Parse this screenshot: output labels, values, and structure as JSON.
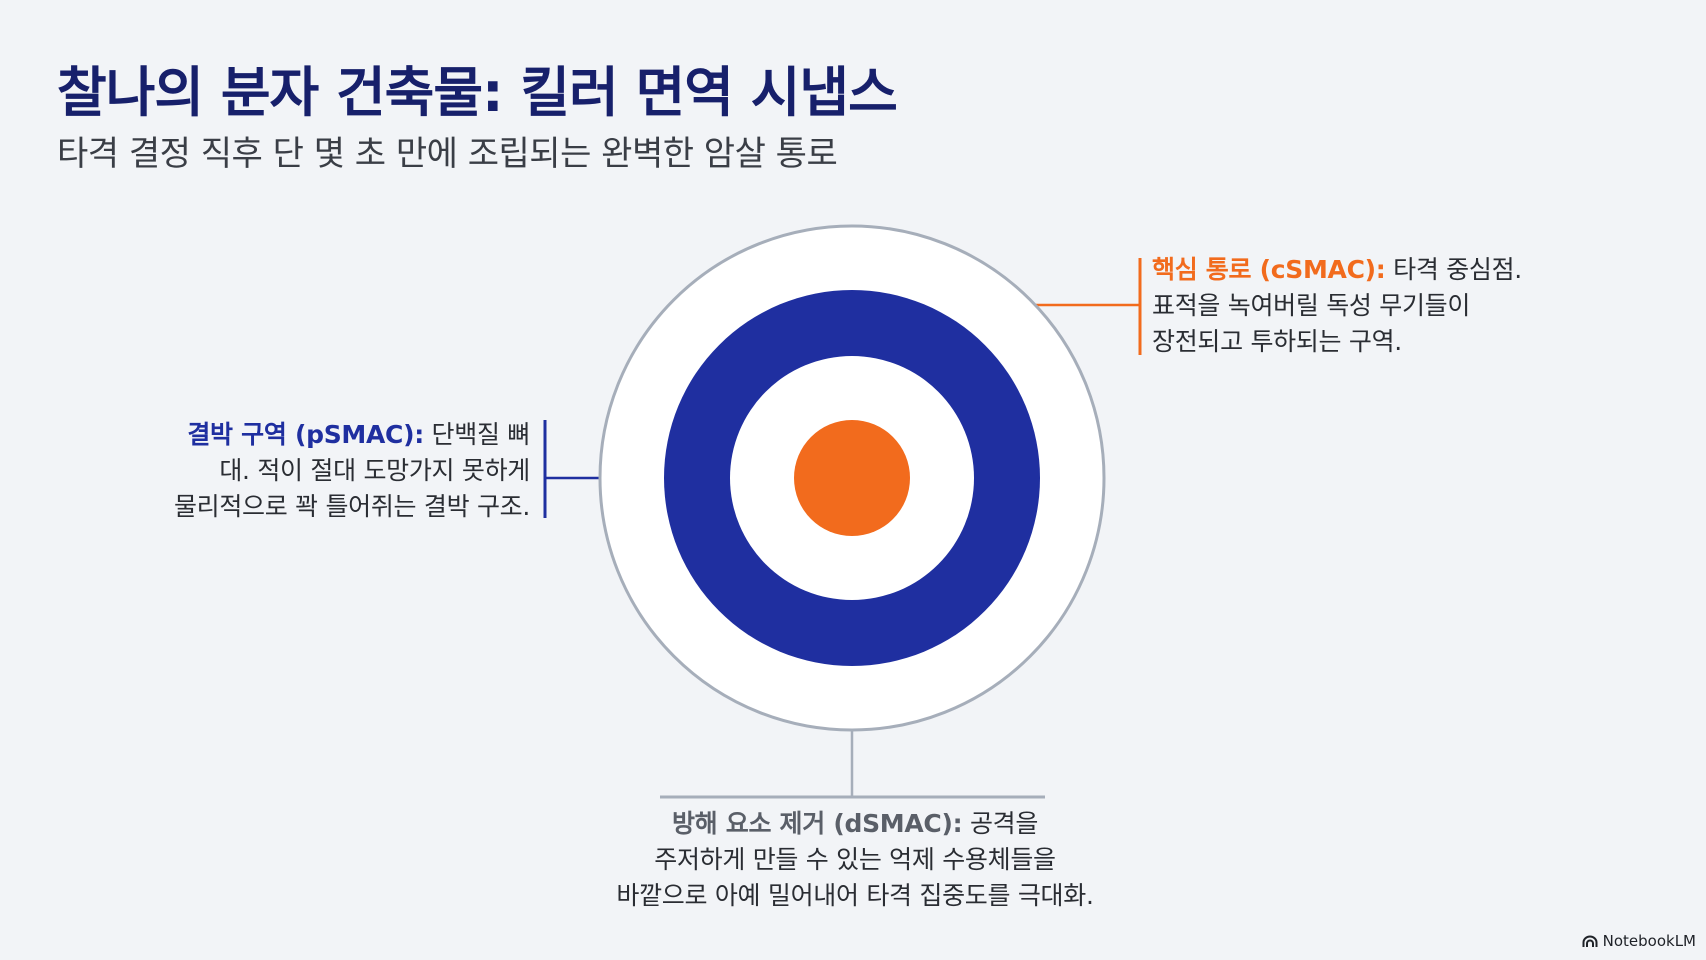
{
  "slide": {
    "title": "찰나의 분자 건축물: 킬러 면역 시냅스",
    "subtitle": "타격 결정 직후 단 몇 초 만에 조립되는 완벽한 암살 통로"
  },
  "diagram": {
    "colors": {
      "core": "#f26b1d",
      "ring": "#1f2fa0",
      "outer_border": "#a6aeba",
      "left_leader": "#1f2fa0",
      "right_leader": "#f26b1d",
      "bottom_leader": "#a6aeba"
    },
    "callouts": {
      "csmac": {
        "label": "핵심 통로 (cSMAC):",
        "text_line1": " 타격 중심점.",
        "text_line2": "표적을 녹여버릴 독성 무기들이",
        "text_line3": "장전되고 투하되는 구역."
      },
      "psmac": {
        "label": "결박 구역 (pSMAC):",
        "text_line1": " 단백질 뼈",
        "text_line2": "대. 적이 절대 도망가지 못하게",
        "text_line3": "물리적으로 꽉 틀어쥐는 결박 구조."
      },
      "dsmac": {
        "label": "방해 요소 제거 (dSMAC):",
        "text_line1": " 공격을",
        "text_line2": "주저하게 만들 수 있는 억제 수용체들을",
        "text_line3": "바깥으로 아예 밀어내어 타격 집중도를 극대화."
      }
    }
  },
  "branding": {
    "icon": "notebooklm-logo-icon",
    "text": "NotebookLM"
  }
}
